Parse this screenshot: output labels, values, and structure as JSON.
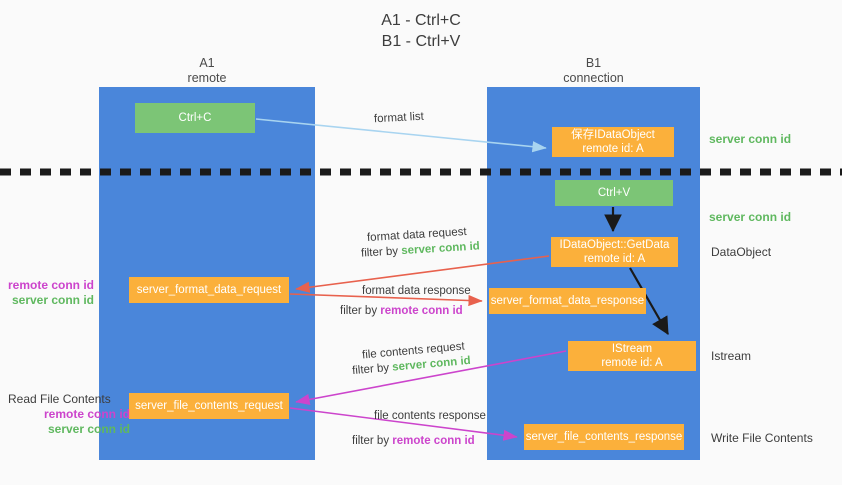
{
  "title": {
    "line1": "A1 - Ctrl+C",
    "line2": "B1 - Ctrl+V"
  },
  "colors": {
    "lane": "#4a86da",
    "box_green": "#7cc576",
    "box_orange": "#fbb03b",
    "server_conn_id": "#5fb85f",
    "remote_conn_id": "#cc44cc",
    "wire_blue": "#a8d4f0",
    "wire_red": "#e8614d",
    "wire_magenta": "#cc44cc",
    "wire_black": "#1a1a1a",
    "background": "#fafafa"
  },
  "lanes": {
    "a1": {
      "name": "A1",
      "subtitle": "remote"
    },
    "b1": {
      "name": "B1",
      "subtitle": "connection"
    }
  },
  "boxes": {
    "ctrl_c": "Ctrl+C",
    "ctrl_v": "Ctrl+V",
    "save_idataobject": {
      "line1": "保存IDataObject",
      "line2": "remote id: A"
    },
    "getdata": {
      "line1": "IDataObject::GetData",
      "line2": "remote id: A"
    },
    "istream": {
      "line1": "IStream",
      "line2": "remote id: A"
    },
    "server_format_data_request": "server_format_data_request",
    "server_format_data_response": "server_format_data_response",
    "server_file_contents_request": "server_file_contents_request",
    "server_file_contents_response": "server_file_contents_response"
  },
  "right_labels": {
    "server_conn_id_1": "server conn id",
    "server_conn_id_2": "server conn id",
    "dataobject": "DataObject",
    "istream": "Istream",
    "write_file_contents": "Write File Contents"
  },
  "left_labels": {
    "group1": {
      "remote": "remote conn id",
      "server": "server conn id"
    },
    "group2": {
      "heading": "Read File Contents",
      "remote": "remote conn id",
      "server": "server conn id"
    }
  },
  "edge_labels": {
    "format_list": "format list",
    "format_data_request": "format data request",
    "format_data_request_filter_prefix": "filter by ",
    "format_data_request_filter_key": "server conn id",
    "format_data_response": "format data response",
    "format_data_response_filter_prefix": "filter by ",
    "format_data_response_filter_key": "remote conn id",
    "file_contents_request": "file contents request",
    "file_contents_request_filter_prefix": "filter by ",
    "file_contents_request_filter_key": "server conn id",
    "file_contents_response": "file contents response",
    "file_contents_response_filter_prefix": "filter by ",
    "file_contents_response_filter_key": "remote conn id"
  }
}
